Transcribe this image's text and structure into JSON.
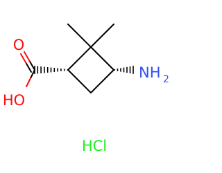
{
  "structure": {
    "labels": {
      "carbonyl_oxygen": "O",
      "hydroxyl": "HO",
      "amine_main": "NH",
      "amine_subscript": "2",
      "salt": "HCl"
    },
    "colors": {
      "bond": "#000000",
      "oxygen": "#ff0d0d",
      "nitrogen": "#3050f8",
      "chlorine": "#1ff01f"
    }
  }
}
